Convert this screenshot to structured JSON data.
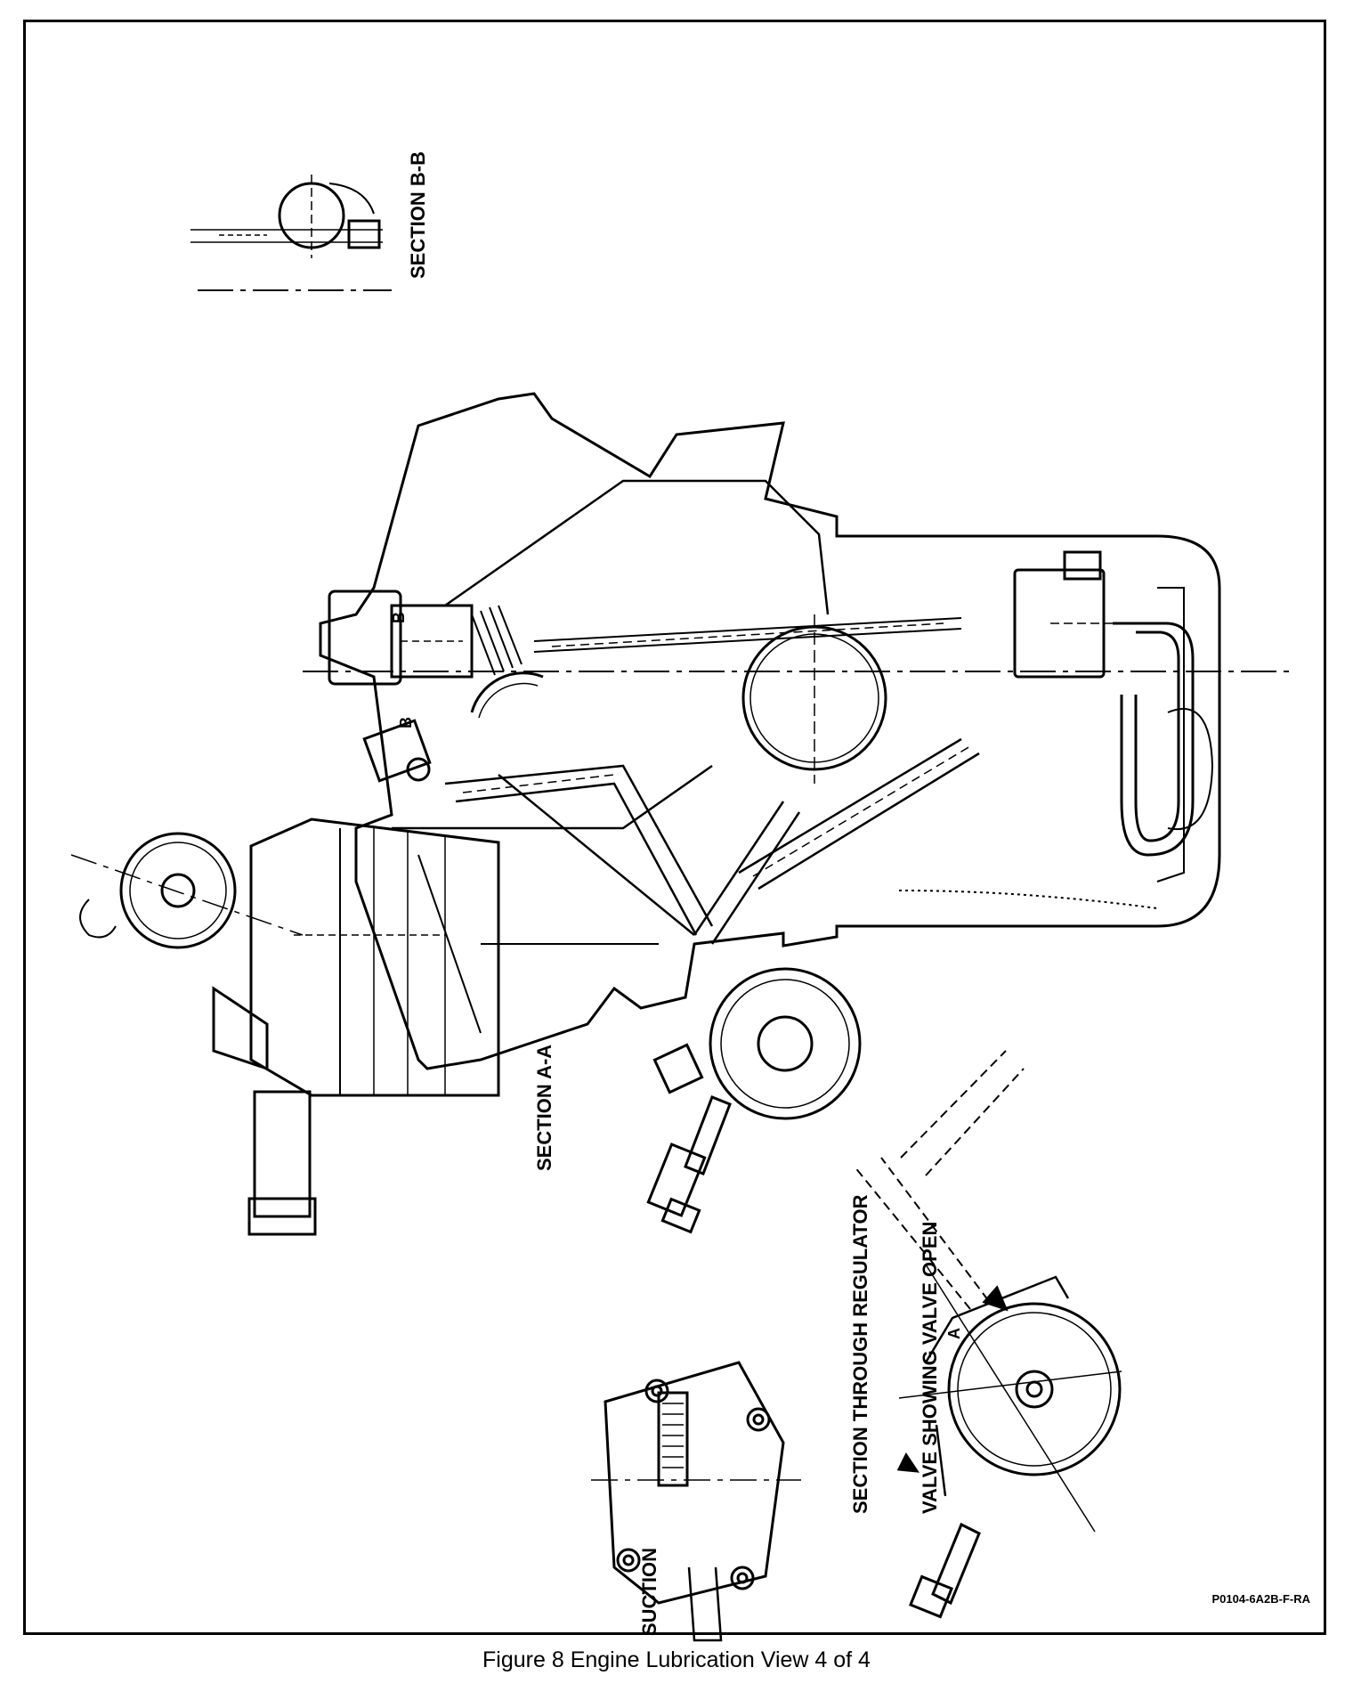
{
  "labels": {
    "section_bb": "SECTION B-B",
    "section_aa": "SECTION A-A",
    "regulator_line1": "SECTION THROUGH REGULATOR",
    "regulator_line2": "VALVE SHOWING VALVE OPEN",
    "suction": "SUCTION",
    "marker_b_top": "B",
    "marker_b_bottom": "B",
    "marker_a": "A"
  },
  "figure_code": "P0104-6A2B-F-RA",
  "caption": "Figure 8 Engine Lubrication View 4 of 4",
  "colors": {
    "ink": "#000000",
    "paper": "#ffffff"
  }
}
